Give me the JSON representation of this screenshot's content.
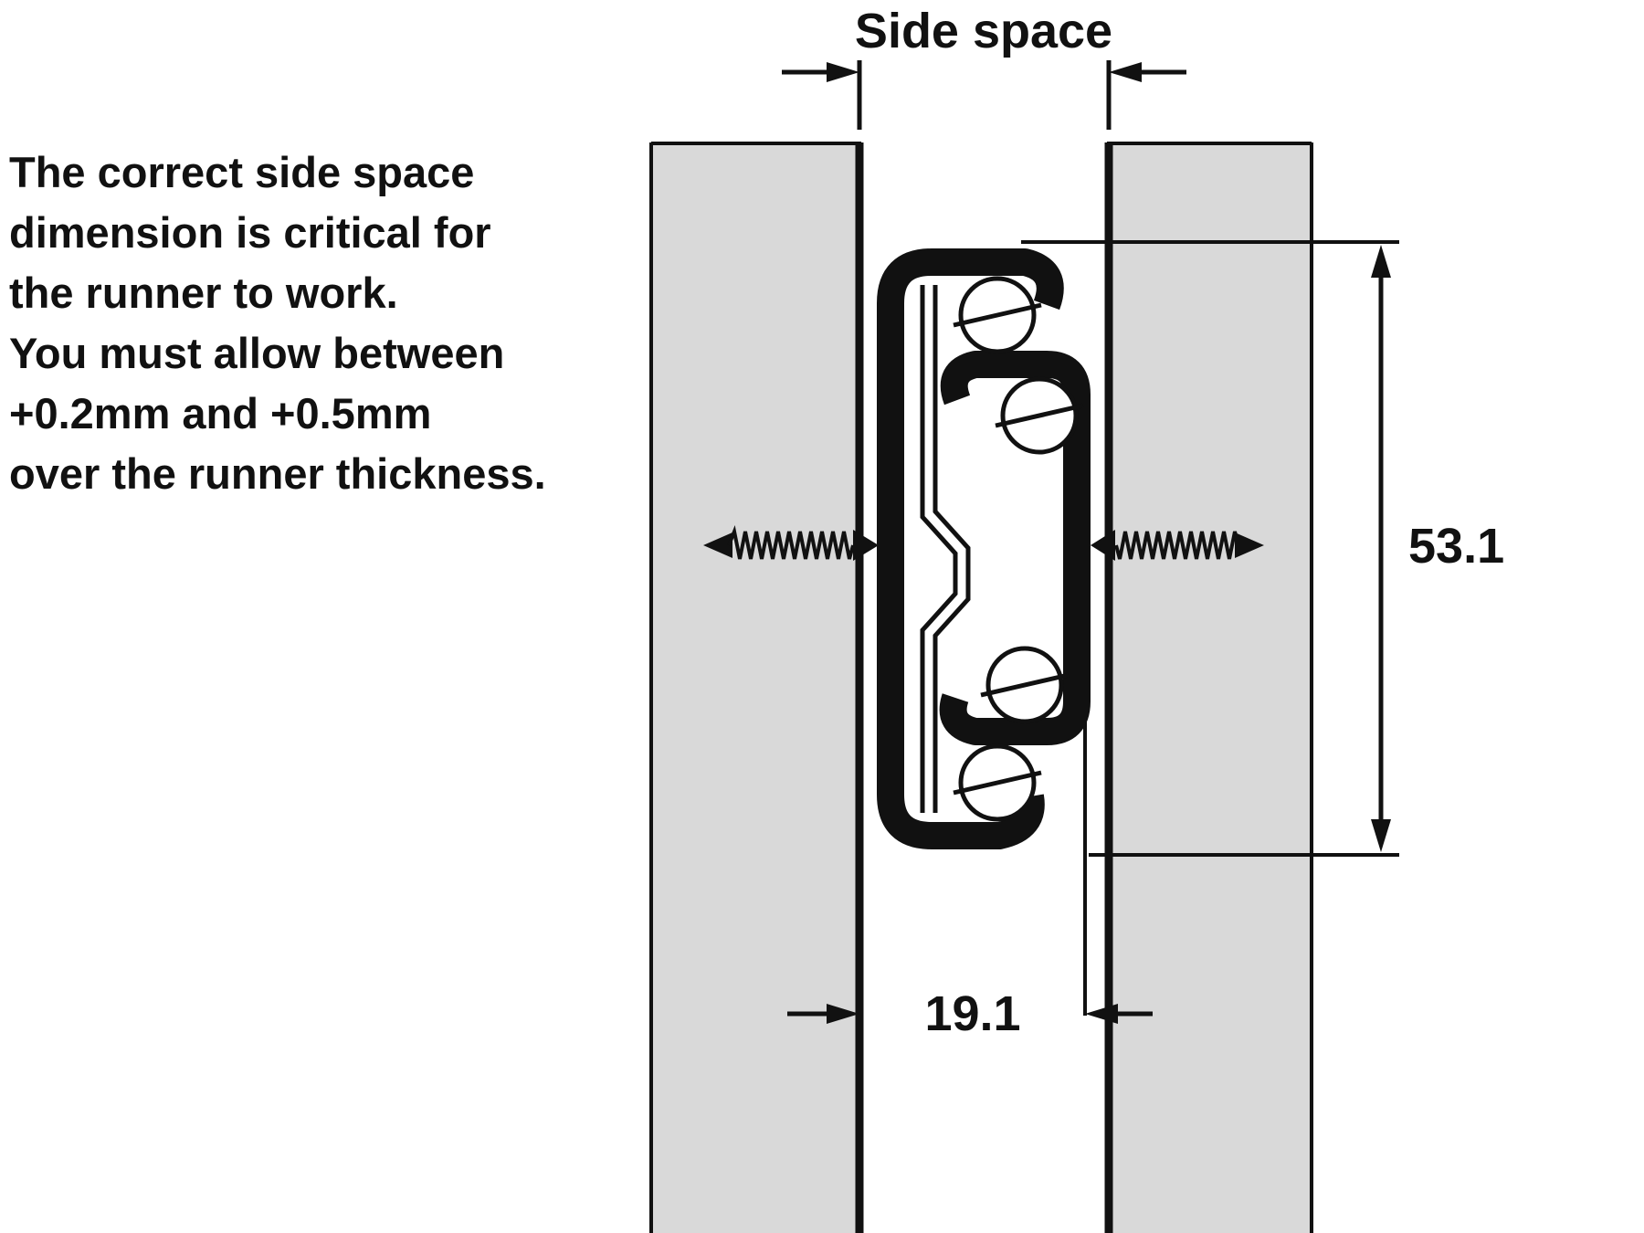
{
  "note": {
    "lines": [
      "The correct side space",
      "dimension is critical for",
      "the runner to work.",
      "You must allow between",
      "+0.2mm and +0.5mm",
      "over the runner thickness."
    ]
  },
  "dimension_labels": {
    "side_space": "Side space",
    "runner_height": "53.1",
    "runner_thickness": "19.1"
  },
  "colors": {
    "panel_fill": "#d9d9d9",
    "line": "#111111",
    "background": "#ffffff"
  }
}
